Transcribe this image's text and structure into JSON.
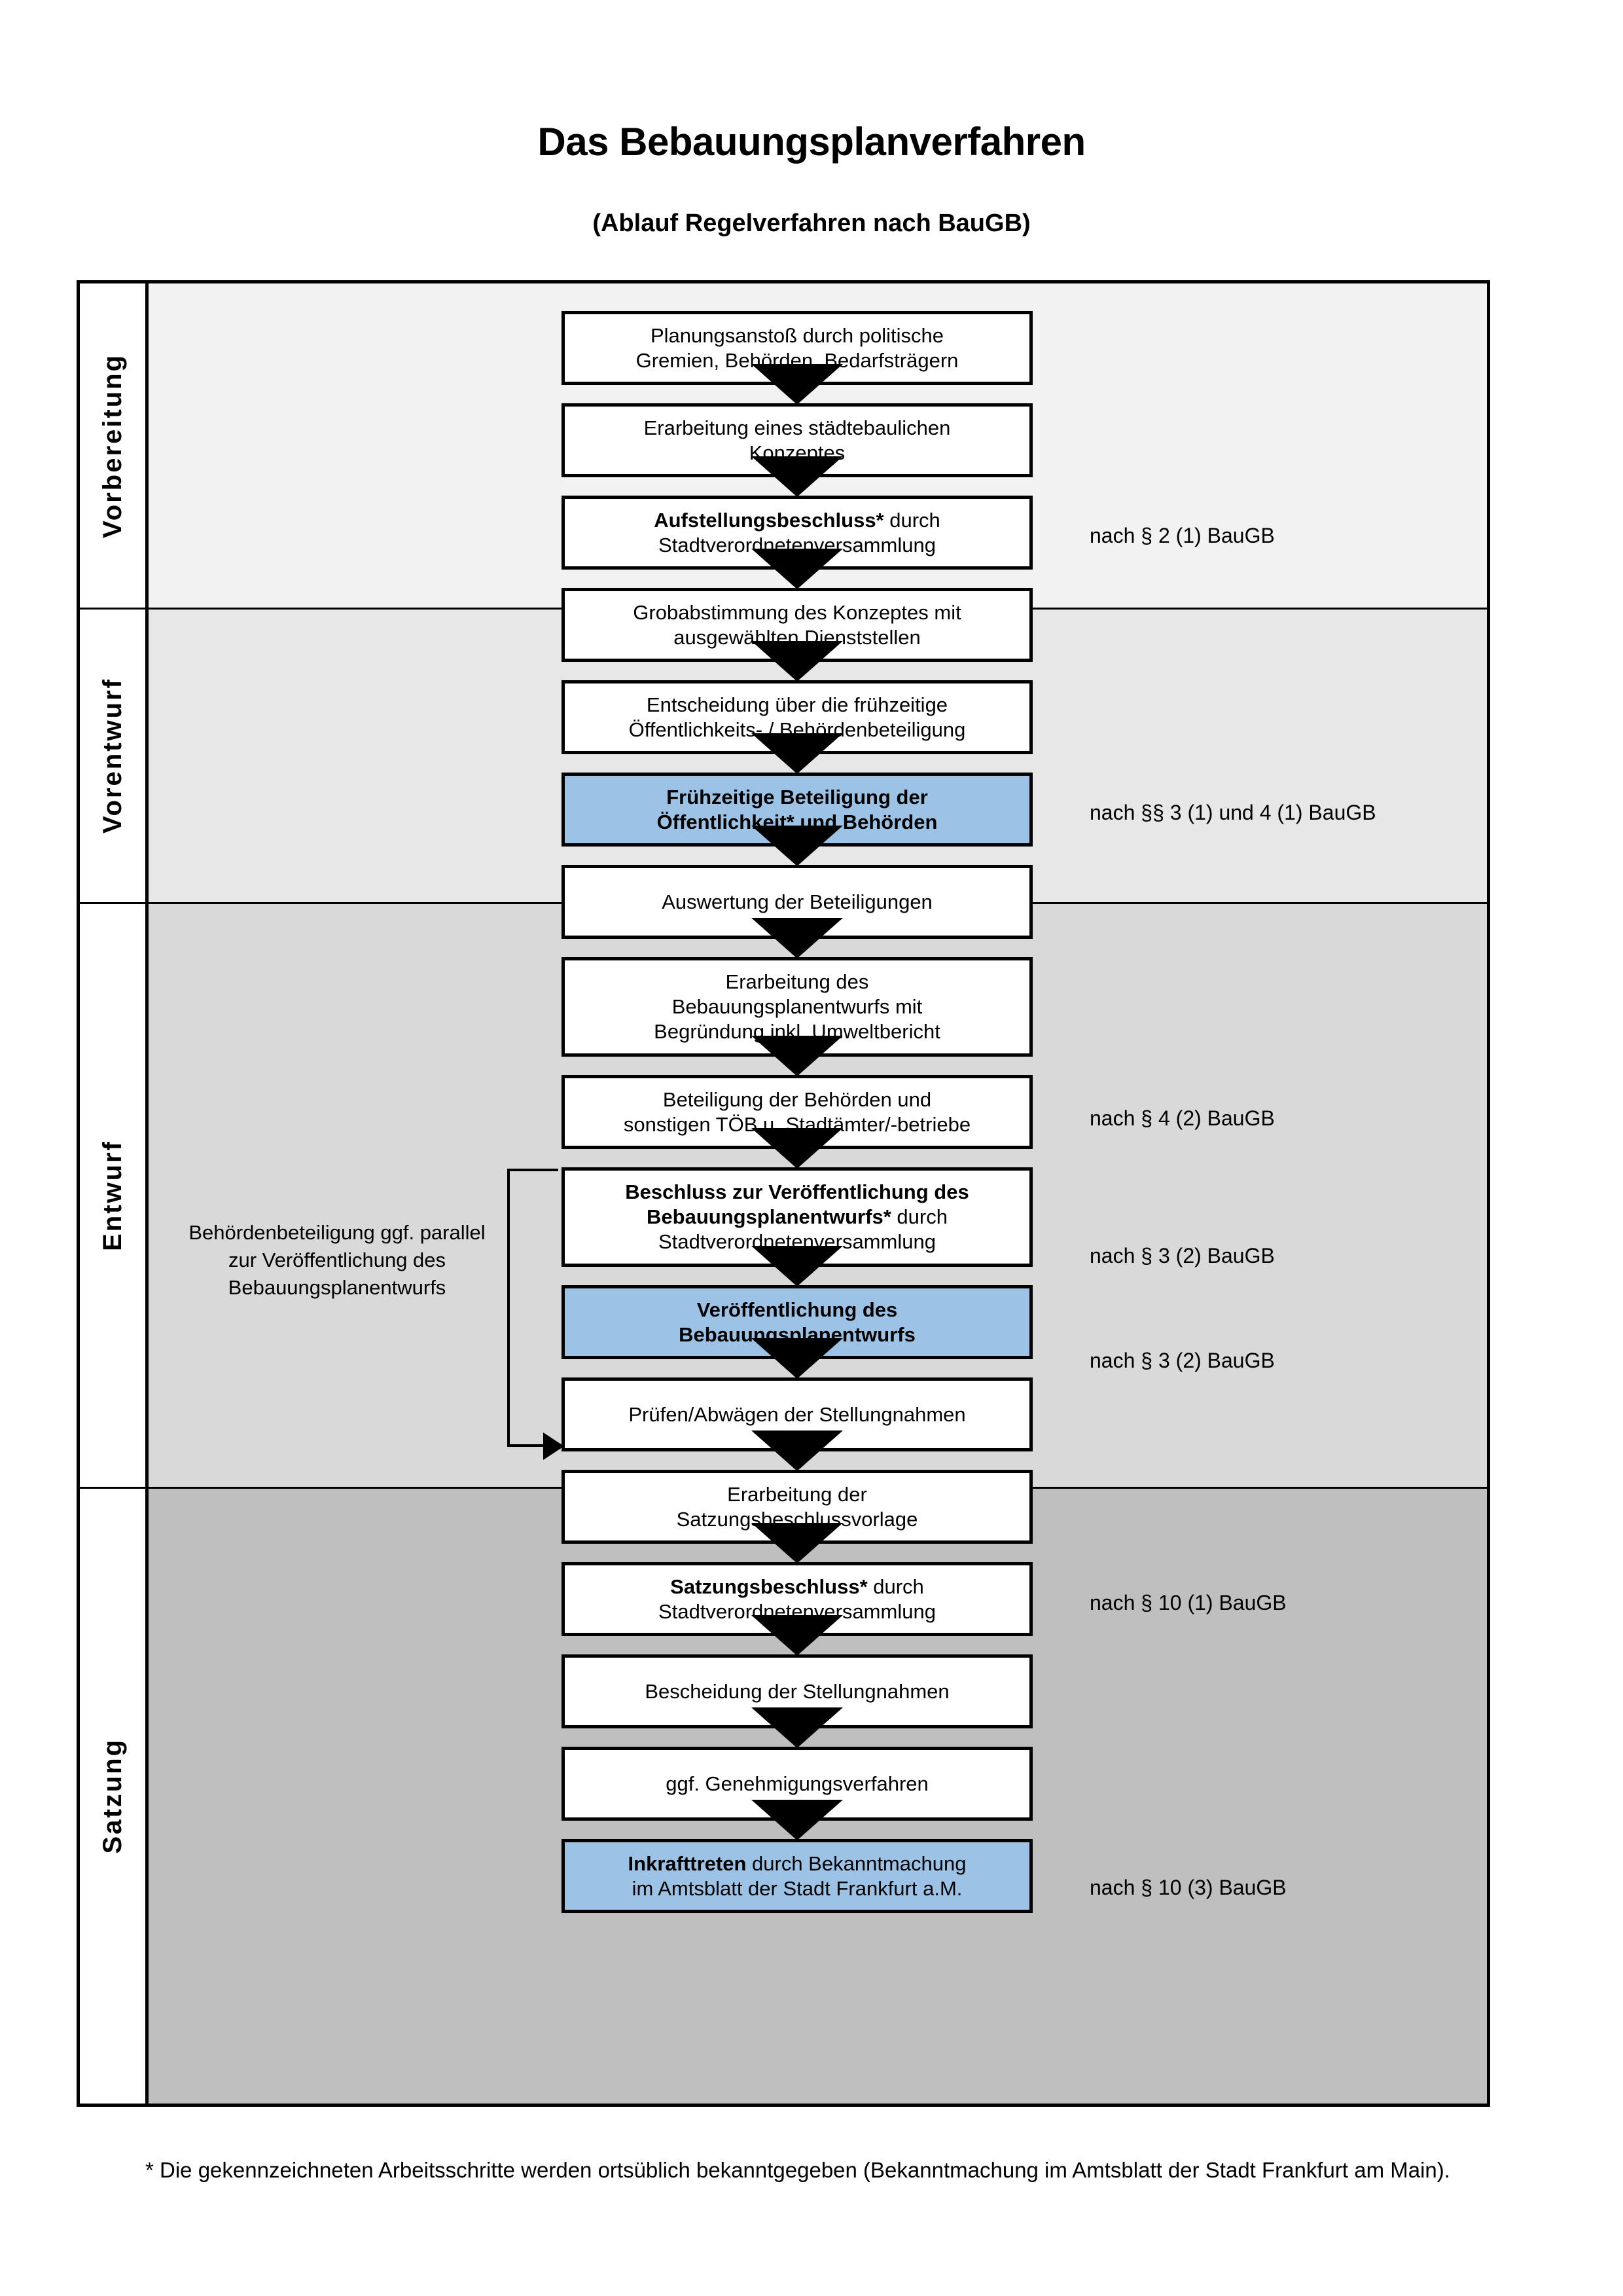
{
  "header": {
    "title": "Das Bebauungsplanverfahren",
    "subtitle": "(Ablauf Regelverfahren nach BauGB)"
  },
  "colors": {
    "highlight_blue": "#9CC3E5",
    "band_vorbereitung": "#F2F2F2",
    "band_vorentwurf": "#E7E7E7",
    "band_entwurf": "#D9D9D9",
    "band_satzung": "#BFBFBF",
    "border": "#000000"
  },
  "phases": [
    {
      "label": "Vorbereitung"
    },
    {
      "label": "Vorentwurf"
    },
    {
      "label": "Entwurf"
    },
    {
      "label": "Satzung"
    }
  ],
  "side_note": "Behördenbeteiligung ggf. parallel zur Veröffentlichung des Bebauungsplanentwurfs",
  "side_note_lines": [
    "Behördenbeteiligung",
    "ggf. parallel zur",
    "Veröffentlichung des",
    "Bebauungsplanentwurfs"
  ],
  "steps": [
    {
      "id": "step-1",
      "phase": "Vorbereitung",
      "highlight": false,
      "lines": [
        {
          "text": "Planungsanstoß durch politische",
          "bold": false
        },
        {
          "text": "Gremien, Behörden, Bedarfsträgern",
          "bold": false
        }
      ]
    },
    {
      "id": "step-2",
      "phase": "Vorbereitung",
      "highlight": false,
      "lines": [
        {
          "text": "Erarbeitung eines städtebaulichen",
          "bold": false
        },
        {
          "text": "Konzeptes",
          "bold": false
        }
      ]
    },
    {
      "id": "step-3",
      "phase": "Vorbereitung",
      "highlight": false,
      "lines": [
        {
          "text": "Aufstellungsbeschluss*",
          "bold": true,
          "suffix": " durch"
        },
        {
          "text": "Stadtverordnetenversammlung",
          "bold": false
        }
      ]
    },
    {
      "id": "step-4",
      "phase": "Vorentwurf",
      "highlight": false,
      "lines": [
        {
          "text": "Grobabstimmung des Konzeptes mit",
          "bold": false
        },
        {
          "text": "ausgewählten Dienststellen",
          "bold": false
        }
      ]
    },
    {
      "id": "step-5",
      "phase": "Vorentwurf",
      "highlight": false,
      "lines": [
        {
          "text": "Entscheidung über die frühzeitige",
          "bold": false
        },
        {
          "text": "Öffentlichkeits- / Behördenbeteiligung",
          "bold": false
        }
      ]
    },
    {
      "id": "step-6",
      "phase": "Vorentwurf",
      "highlight": true,
      "lines": [
        {
          "text": "Frühzeitige Beteiligung der",
          "bold": true
        },
        {
          "text": "Öffentlichkeit* und Behörden",
          "bold": true
        }
      ]
    },
    {
      "id": "step-7",
      "phase": "Entwurf",
      "highlight": false,
      "lines": [
        {
          "text": "Auswertung der Beteiligungen",
          "bold": false
        }
      ]
    },
    {
      "id": "step-8",
      "phase": "Entwurf",
      "highlight": false,
      "lines": [
        {
          "text": "Erarbeitung des",
          "bold": false
        },
        {
          "text": "Bebauungsplanentwurfs mit",
          "bold": false
        },
        {
          "text": "Begründung inkl. Umweltbericht",
          "bold": false
        }
      ]
    },
    {
      "id": "step-9",
      "phase": "Entwurf",
      "highlight": false,
      "lines": [
        {
          "text": "Beteiligung der Behörden und",
          "bold": false
        },
        {
          "text": "sonstigen TÖB u. Stadtämter/-betriebe",
          "bold": false
        }
      ]
    },
    {
      "id": "step-10",
      "phase": "Entwurf",
      "highlight": false,
      "lines": [
        {
          "text": "Beschluss zur Veröffentlichung des",
          "bold": true
        },
        {
          "text": "Bebauungsplanentwurfs*",
          "bold": true,
          "suffix": " durch"
        },
        {
          "text": "Stadtverordnetenversammlung",
          "bold": false
        }
      ]
    },
    {
      "id": "step-11",
      "phase": "Entwurf",
      "highlight": true,
      "lines": [
        {
          "text": "Veröffentlichung des",
          "bold": true
        },
        {
          "text": "Bebauungsplanentwurfs",
          "bold": true
        }
      ]
    },
    {
      "id": "step-12",
      "phase": "Satzung",
      "highlight": false,
      "lines": [
        {
          "text": "Prüfen/Abwägen der Stellungnahmen",
          "bold": false
        }
      ]
    },
    {
      "id": "step-13",
      "phase": "Satzung",
      "highlight": false,
      "lines": [
        {
          "text": "Erarbeitung der",
          "bold": false
        },
        {
          "text": "Satzungsbeschlussvorlage",
          "bold": false
        }
      ]
    },
    {
      "id": "step-14",
      "phase": "Satzung",
      "highlight": false,
      "lines": [
        {
          "text": "Satzungsbeschluss*",
          "bold": true,
          "suffix": " durch"
        },
        {
          "text": "Stadtverordnetenversammlung",
          "bold": false
        }
      ]
    },
    {
      "id": "step-15",
      "phase": "Satzung",
      "highlight": false,
      "lines": [
        {
          "text": "Bescheidung der Stellungnahmen",
          "bold": false
        }
      ]
    },
    {
      "id": "step-16",
      "phase": "Satzung",
      "highlight": false,
      "lines": [
        {
          "text": "ggf. Genehmigungsverfahren",
          "bold": false
        }
      ]
    },
    {
      "id": "step-17",
      "phase": "Satzung",
      "highlight": true,
      "lines": [
        {
          "text": "Inkrafttreten",
          "bold": true,
          "suffix": " durch Bekanntmachung"
        },
        {
          "text": "im Amtsblatt der Stadt Frankfurt a.M.",
          "bold": false
        }
      ]
    }
  ],
  "legal_refs": [
    {
      "id": "ref-1",
      "text": "nach § 2 (1) BauGB"
    },
    {
      "id": "ref-2",
      "text": "nach §§ 3 (1) und 4 (1) BauGB"
    },
    {
      "id": "ref-3",
      "text": "nach § 4 (2) BauGB"
    },
    {
      "id": "ref-4",
      "text": "nach § 3 (2) BauGB"
    },
    {
      "id": "ref-5",
      "text": "nach § 3 (2) BauGB"
    },
    {
      "id": "ref-6",
      "text": "nach § 10 (1) BauGB"
    },
    {
      "id": "ref-7",
      "text": "nach § 10 (3) BauGB"
    }
  ],
  "footnote": "* Die gekennzeichneten Arbeitsschritte werden ortsüblich bekanntgegeben (Bekanntmachung im Amtsblatt  der Stadt Frankfurt am Main)."
}
